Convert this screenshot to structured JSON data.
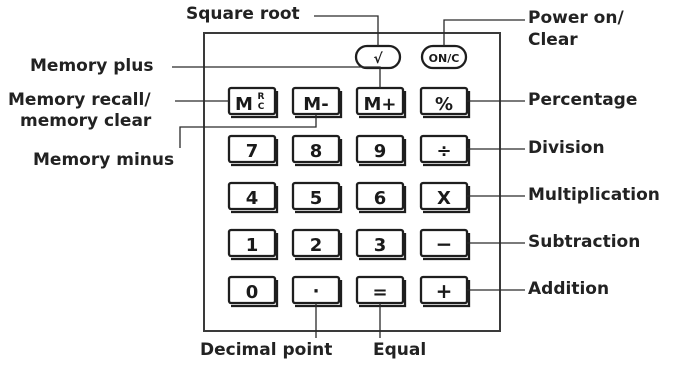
{
  "labels": {
    "square_root": "Square root",
    "power_on_clear_line1": "Power on/",
    "power_on_clear_line2": "Clear",
    "memory_plus": "Memory plus",
    "memory_recall_line1": "Memory recall/",
    "memory_recall_line2": "memory clear",
    "memory_minus": "Memory minus",
    "percentage": "Percentage",
    "division": "Division",
    "multiplication": "Multiplication",
    "subtraction": "Subtraction",
    "addition": "Addition",
    "decimal_point": "Decimal point",
    "equal": "Equal"
  },
  "keys": {
    "sqrt": "√",
    "on_clear": "ON/C",
    "mrc": "M",
    "mrc_sup_r": "R",
    "mrc_sup_c": "C",
    "m_minus": "M-",
    "m_plus": "M+",
    "percent": "%",
    "seven": "7",
    "eight": "8",
    "nine": "9",
    "divide": "÷",
    "four": "4",
    "five": "5",
    "six": "6",
    "multiply": "X",
    "one": "1",
    "two": "2",
    "three": "3",
    "minus": "−",
    "zero": "0",
    "dot": "·",
    "equals": "=",
    "plus": "+"
  }
}
